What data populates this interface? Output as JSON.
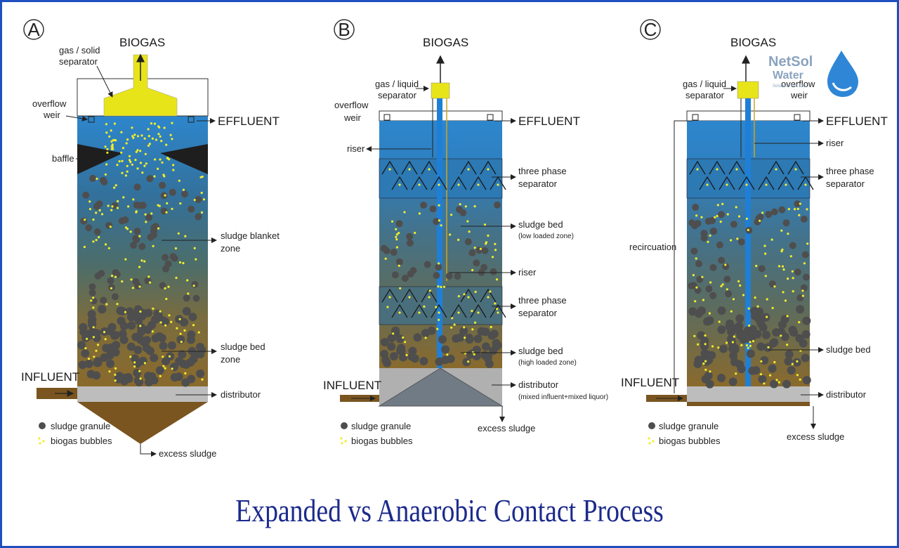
{
  "panels": [
    {
      "letter": "A"
    },
    {
      "letter": "B"
    },
    {
      "letter": "C"
    }
  ],
  "labels": {
    "biogas": "BIOGAS",
    "effluent": "EFFLUENT",
    "influent": "INFLUENT",
    "gas_solid_separator_1": "gas / solid",
    "gas_solid_separator_2": "separator",
    "gas_liquid_separator_1": "gas / liquid",
    "gas_liquid_separator_2": "separator",
    "overflow_weir_1": "overflow",
    "overflow_weir_2": "weir",
    "baffle": "baffle",
    "sludge_blanket_1": "sludge blanket",
    "sludge_blanket_2": "zone",
    "sludge_bed_zone_1": "sludge bed",
    "sludge_bed_zone_2": "zone",
    "distributor": "distributor",
    "excess_sludge": "excess sludge",
    "sludge_granule": "sludge granule",
    "biogas_bubbles": "biogas bubbles",
    "riser": "riser",
    "three_phase_1": "three phase",
    "three_phase_2": "separator",
    "sludge_bed": "sludge bed",
    "low_loaded": "(low loaded zone)",
    "high_loaded": "(high loaded zone)",
    "mixed": "(mixed influent+mixed liquor)",
    "recircuation": "recircuation"
  },
  "logo": {
    "line1": "NetSol",
    "line2": "Water",
    "tagline": "Solutions Pvt. Ltd."
  },
  "title": "Expanded vs Anaerobic Contact Process",
  "colors": {
    "water_top": "#2f86c9",
    "mid": "#3f6f7a",
    "sludge": "#8a6a2c",
    "brown": "#7a5520",
    "bubble": "#f2ee2a",
    "granule": "#4e4e4e",
    "gas": "#f0e81c",
    "title": "#1c2a8c",
    "border": "#1f4fbf"
  }
}
